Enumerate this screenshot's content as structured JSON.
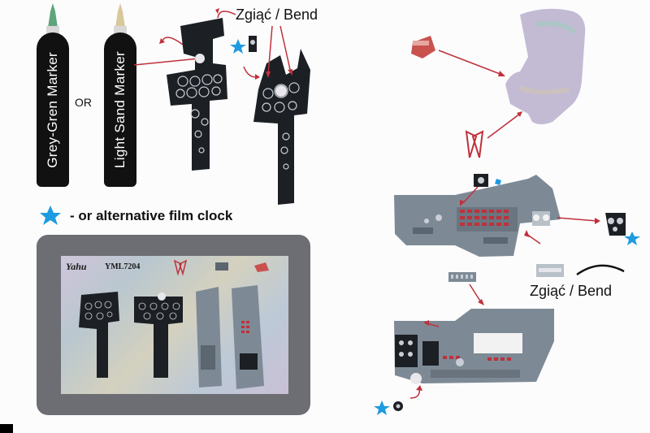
{
  "markers": {
    "first_label": "Grey-Gren Marker",
    "or_label": "OR",
    "second_label": "Light Sand Marker"
  },
  "bend_labels": {
    "top": "Zgiąć / Bend",
    "right": "Zgiąć / Bend"
  },
  "legend": {
    "text": "- or alternative film clock"
  },
  "film_card": {
    "brand": "Yahu",
    "code": "YML7204"
  },
  "colors": {
    "star": "#1e9be0",
    "arrow": "#c0303a",
    "panel_dark": "#1c1f24",
    "panel_grey": "#7d8a96",
    "marker_body": "#111111",
    "marker_tip_green": "#5fa47a",
    "marker_tip_sand": "#d8c89a"
  }
}
